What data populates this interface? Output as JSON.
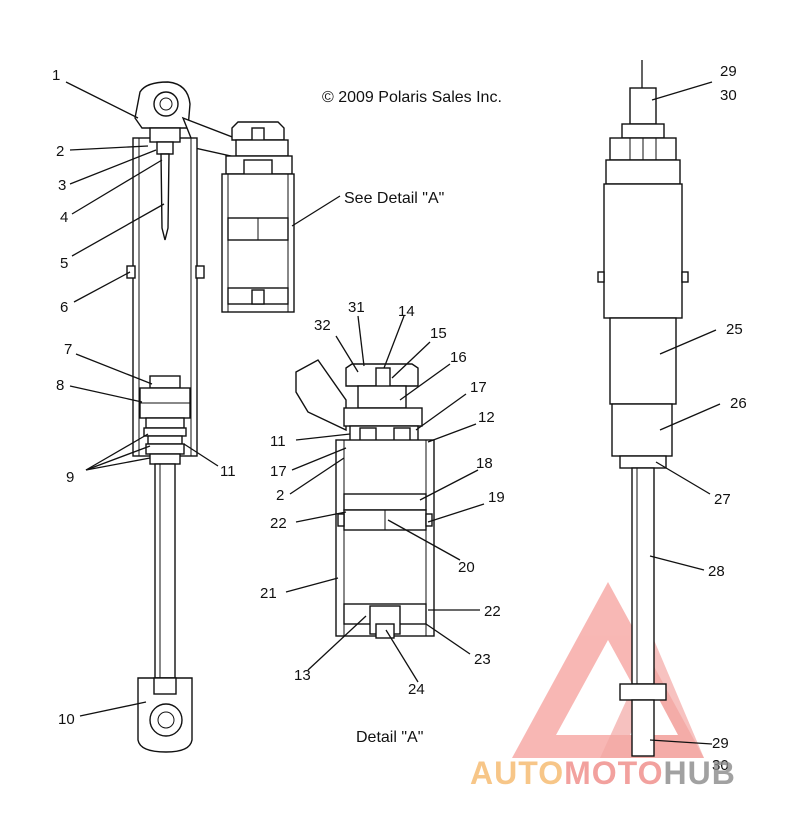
{
  "copyright": "© 2009 Polaris Sales Inc.",
  "see_detail": "See Detail \"A\"",
  "detail_caption": "Detail \"A\"",
  "watermark": {
    "part1": "AUTO",
    "part2": "MOTO",
    "part3": "HUB"
  },
  "colors": {
    "line": "#111111",
    "watermark_orange": "#f6b86b",
    "watermark_red": "#f08a86",
    "watermark_dark": "#8a8a8a"
  },
  "callouts": {
    "c1": "1",
    "c2": "2",
    "c3": "3",
    "c4": "4",
    "c5": "5",
    "c6": "6",
    "c7": "7",
    "c8": "8",
    "c9": "9",
    "c10": "10",
    "c11a": "11",
    "d31": "31",
    "d14": "14",
    "d32": "32",
    "d15": "15",
    "d16": "16",
    "d17a": "17",
    "d12": "12",
    "d11": "11",
    "d17b": "17",
    "d2": "2",
    "d18": "18",
    "d22a": "22",
    "d19": "19",
    "d20": "20",
    "d21": "21",
    "d22b": "22",
    "d13": "13",
    "d23": "23",
    "d24": "24",
    "r29a": "29",
    "r30a": "30",
    "r25": "25",
    "r26": "26",
    "r27": "27",
    "r28": "28",
    "r29b": "29",
    "r30b": "30"
  }
}
